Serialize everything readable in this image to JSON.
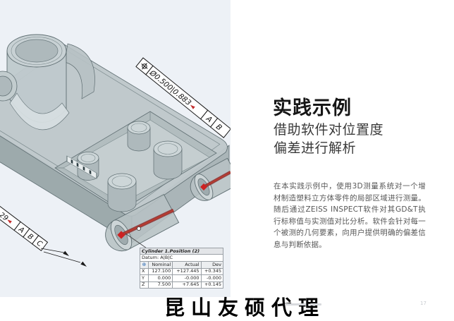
{
  "right_panel": {
    "title": "实践示例",
    "subtitle_line1": "借助软件对位置度",
    "subtitle_line2": "偏差进行解析",
    "body": "在本实践示例中，使用3D测量系统对一个增材制造塑料立方体零件的局部区域进行测量。随后通过ZEISS INSPECT软件对其GD&T执行标称值与实测值对比分析。软件会针对每一个被测的几何要素，向用户提供明确的偏差信息与判断依据。"
  },
  "viewport": {
    "background": "#edf1f6",
    "fcf_top": {
      "symbol": "position-symbol",
      "value": "Ø0.500|0.883",
      "marker": "◄",
      "datums": [
        "A",
        "B"
      ]
    },
    "fcf_bottom": {
      "value": "29",
      "marker": "◄",
      "datums": [
        "A",
        "B",
        "C"
      ]
    },
    "table": {
      "title": "Cylinder 1.Position (2)",
      "datum_row": "Datum: A|B|C",
      "col_icon": "⊕",
      "columns": [
        "Nominal",
        "Actual",
        "Dev"
      ],
      "rows": [
        {
          "axis": "X",
          "nominal": "127.100",
          "actual": "+127.445",
          "dev": "+0.345"
        },
        {
          "axis": "Y",
          "nominal": "0.000",
          "actual": "-0.000",
          "dev": "-0.000"
        },
        {
          "axis": "Z",
          "nominal": "7.500",
          "actual": "+7.645",
          "dev": "+0.145"
        }
      ]
    }
  },
  "footer": {
    "watermark": "昆山友硕代理",
    "page_number": "17"
  },
  "colors": {
    "accent_red": "#c22b2b",
    "table_icon_blue": "#2f6db5",
    "viewport_bg": "#edf1f6",
    "model_gray": "#bdc7ca"
  }
}
